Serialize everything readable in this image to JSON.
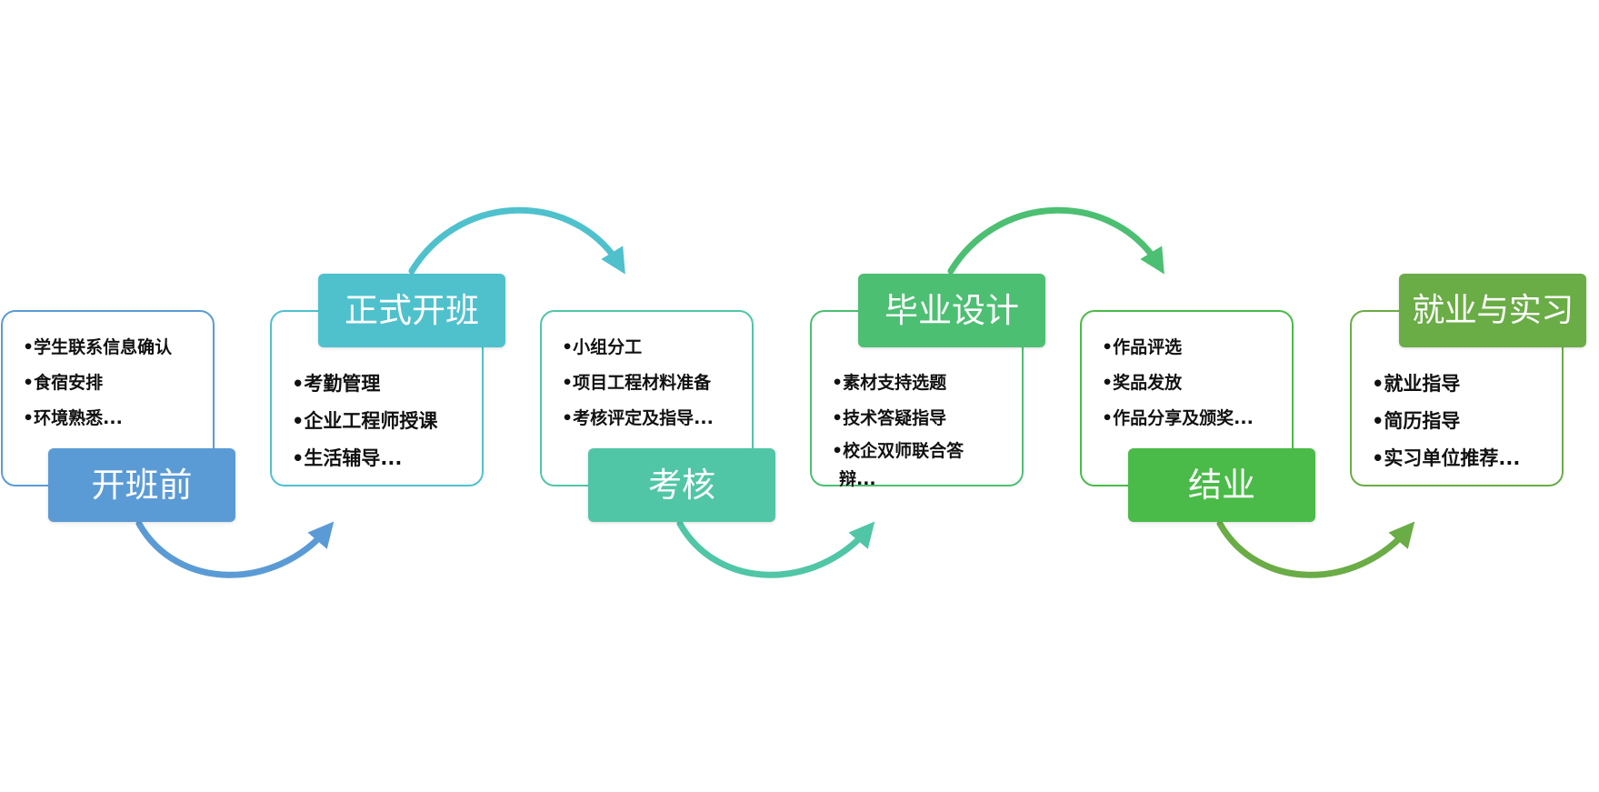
{
  "stages": [
    {
      "title": "开班前",
      "color": "#5b9bd5",
      "items": [
        "•学生联系信息确认",
        "•食宿安排",
        "•环境熟悉..."
      ]
    },
    {
      "title": "正式开班",
      "color": "#4fc1cd",
      "items": [
        "•考勤管理",
        "•企业工程师授课",
        "•生活辅导..."
      ]
    },
    {
      "title": "考核",
      "color": "#50c6a6",
      "items": [
        "•小组分工",
        "•项目工程材料准备",
        "•考核评定及指导..."
      ]
    },
    {
      "title": "毕业设计",
      "color": "#4cbf72",
      "items": [
        "•素材支持选题",
        "•技术答疑指导",
        "•校企双师联合答",
        "辩..."
      ]
    },
    {
      "title": "结业",
      "color": "#4abb48",
      "items": [
        "•作品评选",
        "•奖品发放",
        "•作品分享及颁奖..."
      ]
    },
    {
      "title": "就业与实习",
      "color": "#6aac46",
      "items": [
        "•就业指导",
        "•简历指导",
        "•实习单位推荐..."
      ]
    }
  ]
}
